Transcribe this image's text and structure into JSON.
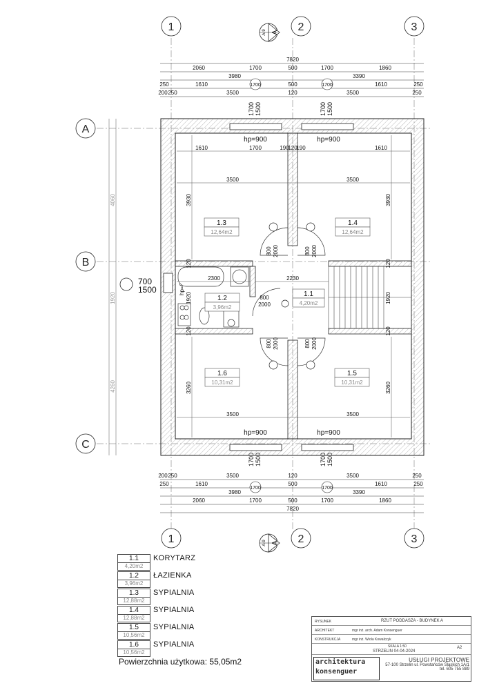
{
  "grid": {
    "columns": [
      "1",
      "2",
      "3"
    ],
    "rows": [
      "A",
      "B",
      "C"
    ],
    "section_marker": {
      "letter": "A",
      "sheet": "A-9"
    }
  },
  "dimensions": {
    "overall": "7820",
    "row1": [
      "2060",
      "1700",
      "500",
      "1700",
      "1860"
    ],
    "row2": [
      "3980",
      "3390"
    ],
    "row3": [
      "250",
      "1610",
      "1700",
      "500",
      "1700",
      "1610",
      "250"
    ],
    "row4": [
      "200",
      "250",
      "3500",
      "120",
      "3500",
      "250"
    ],
    "window_label_1700": "1700",
    "window_label_1500": "1500",
    "window_hp": "hp=900",
    "room_inner_top": [
      "1610",
      "1700",
      "190",
      "120",
      "190",
      "1610"
    ],
    "room_width": "3500",
    "room_depth_top": "3930",
    "room_depth_bottom": "3260",
    "door_800": "800",
    "door_2000": "2000",
    "bath_width": "2300",
    "corridor_width": "2230",
    "bath_depth": "1920",
    "ext_window_700": "700",
    "ext_window_1500": "1500",
    "ext_window_hp": "hp=900",
    "left_depths": [
      "4060",
      "1920",
      "4260"
    ],
    "offset_120": "120"
  },
  "rooms": [
    {
      "id": "1.1",
      "area": "4,20m2",
      "name": "KORYTARZ",
      "legend_area": "4,20m2"
    },
    {
      "id": "1.2",
      "area": "3,96m2",
      "name": "ŁAZIENKA",
      "legend_area": "3,96m2"
    },
    {
      "id": "1.3",
      "area": "12,64m2",
      "name": "SYPIALNIA",
      "legend_area": "12,88m2"
    },
    {
      "id": "1.4",
      "area": "12,64m2",
      "name": "SYPIALNIA",
      "legend_area": "12,88m2"
    },
    {
      "id": "1.5",
      "area": "10,31m2",
      "name": "SYPIALNIA",
      "legend_area": "10,56m2"
    },
    {
      "id": "1.6",
      "area": "10,31m2",
      "name": "SYPIALNIA",
      "legend_area": "10,56m2"
    }
  ],
  "total_area": "Powierzchnia użytkowa: 55,05m2",
  "title_block": {
    "drawing_label": "RYSUNEK",
    "drawing_title": "RZUT PODDASZA - BUDYNEK A",
    "role1": "ARCHITEKT",
    "person1": "mgr inż. arch. Adam Konsenguer",
    "role2": "KONSTRUKCJA",
    "person2": "mgr inż. Wiola Kowalczyk",
    "scale": "SKALA 1:50",
    "place_date": "STRZELIN 04-04-2024",
    "sheet": "A2",
    "logo_top": "architektura",
    "logo_bottom": "konsenguer",
    "company_name": "USŁUGI PROJEKTOWE",
    "company_addr": "57-100 Strzelin ul. Powstańców Śląskich 1A/1",
    "company_tel": "tel. 605 755 889"
  },
  "colors": {
    "line": "#222222",
    "thin": "#444444",
    "wall_fill": "#e6e6e6",
    "hatch": "#999999"
  }
}
